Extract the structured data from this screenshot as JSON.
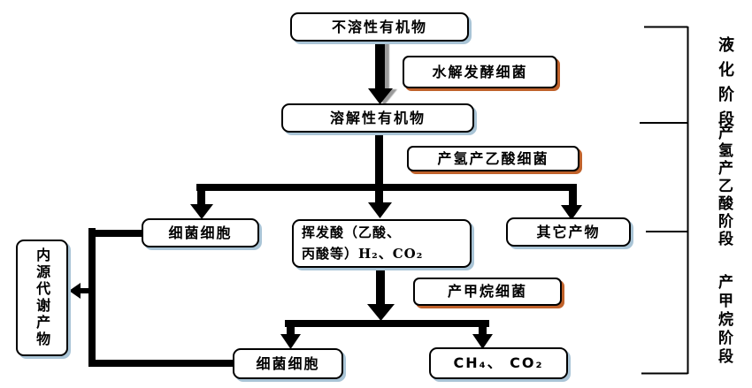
{
  "nodes": {
    "insoluble_organics": "不溶性有机物",
    "soluble_organics": "溶解性有机物",
    "bacterial_cells_mid": "细菌细胞",
    "volatile_acids_line1": "挥发酸（乙酸、",
    "volatile_acids_line2": "丙酸等）H₂、CO₂",
    "other_products": "其它产物",
    "bacterial_cells_bottom": "细菌细胞",
    "methane_co2": "CH₄、 CO₂",
    "endogenous_metabolites": "内源代谢产物"
  },
  "bacteria_labels": {
    "hydrolytic": "水解发酵细菌",
    "acetogenic": "产氢产乙酸细菌",
    "methanogenic": "产甲烷细菌"
  },
  "stages": {
    "liquefaction": "液化阶段",
    "acidogenesis": "产氢产乙酸阶段",
    "methanogenesis": "产甲烷阶段"
  },
  "colors": {
    "line": "#000000",
    "node_shadow": "#a9c4d6",
    "label_shadow": "#c0622b",
    "background": "#ffffff"
  }
}
